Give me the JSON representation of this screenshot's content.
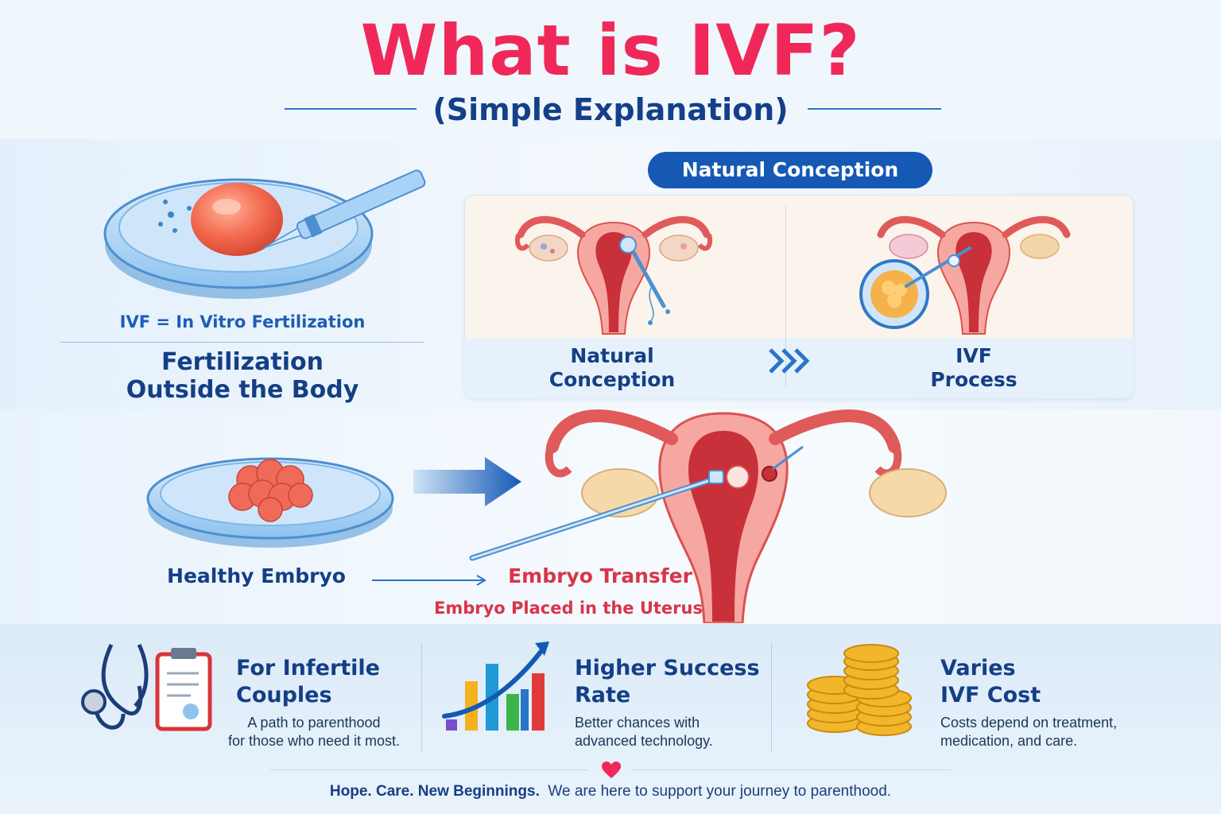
{
  "header": {
    "title": "What is IVF?",
    "subtitle": "(Simple Explanation)"
  },
  "intro": {
    "definition": "IVF = In Vitro Fertilization",
    "heading_line1": "Fertilization",
    "heading_line2": "Outside the Body"
  },
  "comparison": {
    "pill_label": "Natural Conception",
    "left_line1": "Natural",
    "left_line2": "Conception",
    "right_line1": "IVF",
    "right_line2": "Process"
  },
  "transfer": {
    "embryo_label": "Healthy Embryo",
    "transfer_label": "Embryo Transfer",
    "transfer_sub": "Embryo Placed in the Uterus"
  },
  "features": [
    {
      "title_line1": "For Infertile",
      "title_line2": "Couples",
      "desc_line1": "A path to parenthood",
      "desc_line2": "for those who need it most."
    },
    {
      "title_line1": "Higher Success",
      "title_line2": "Rate",
      "desc_line1": "Better chances with",
      "desc_line2": "advanced technology."
    },
    {
      "title_line1": "Varies",
      "title_line2": "IVF Cost",
      "desc_line1": "Costs depend on treatment,",
      "desc_line2": "medication, and care."
    }
  ],
  "footer": {
    "bold": "Hope. Care. New Beginnings.",
    "text": "We are here to support your journey to parenthood."
  },
  "colors": {
    "title_pink": "#f0285a",
    "navy": "#143f86",
    "accent_blue": "#1559b5",
    "red_label": "#d9344a"
  },
  "icons": [
    "petri-dish-egg-icon",
    "uterus-icon",
    "embryo-dish-icon",
    "stethoscope-icon",
    "clipboard-icon",
    "bar-chart-icon",
    "coins-icon",
    "heart-icon"
  ]
}
